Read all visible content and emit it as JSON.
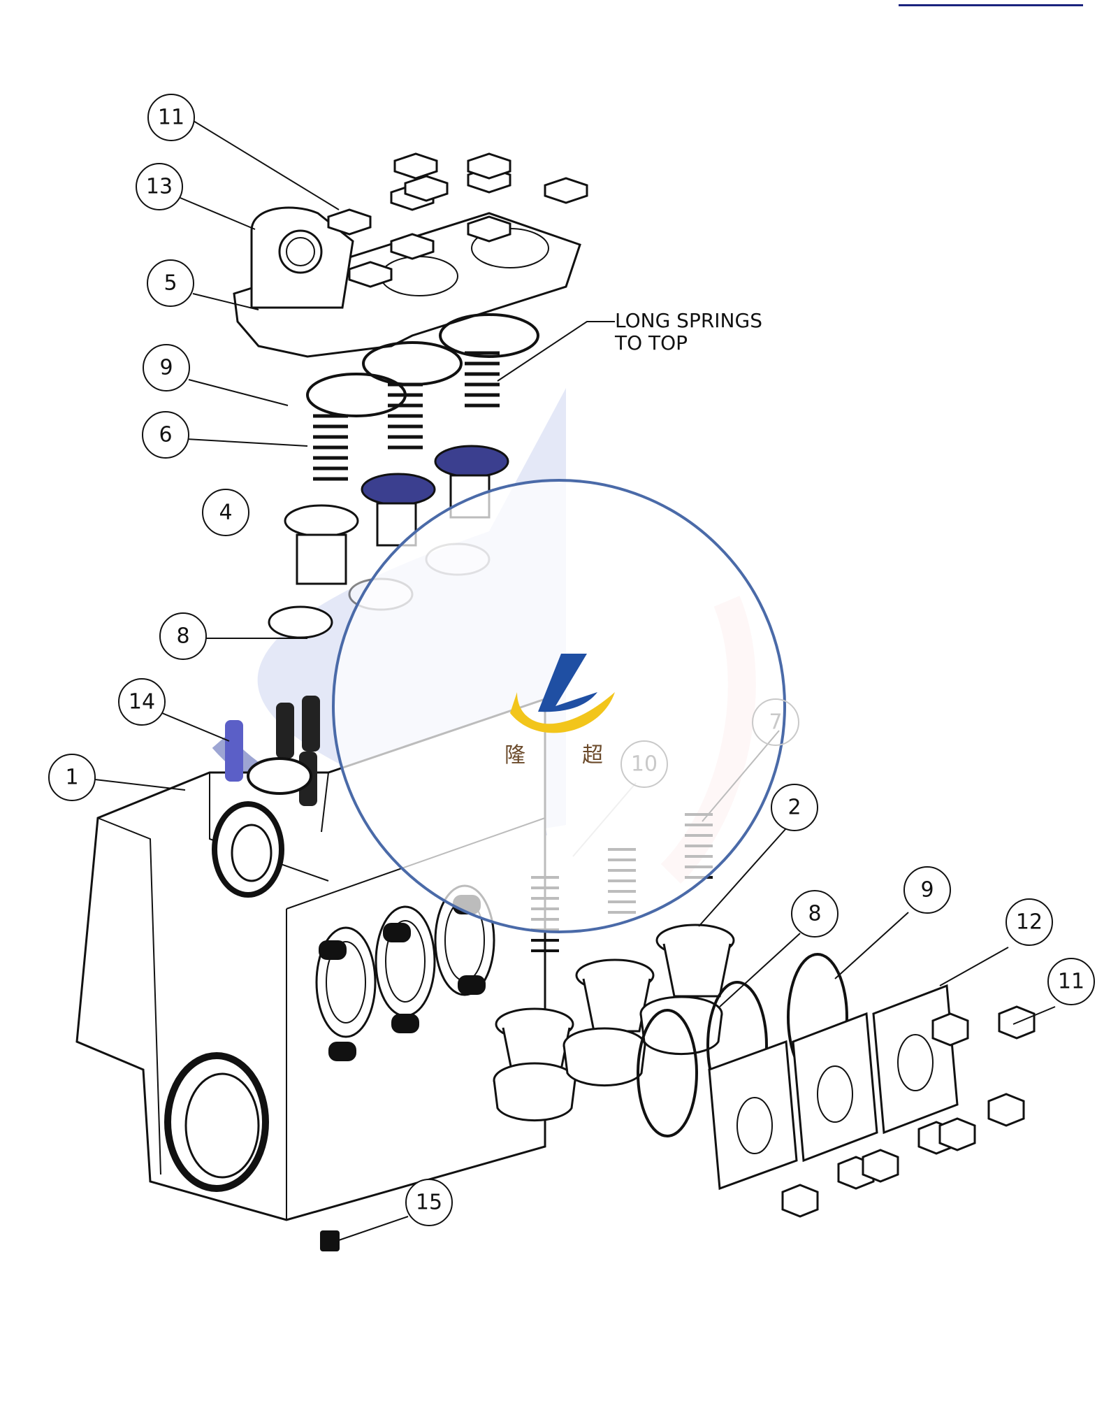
{
  "header": {
    "link_text": ""
  },
  "note": {
    "line1": "LONG SPRINGS",
    "line2": "TO TOP"
  },
  "logo": {
    "char1": "隆",
    "char2": "超",
    "blue": "#1f4fa3",
    "yellow": "#f2c51b",
    "ring": "#4a6aa8"
  },
  "callouts": [
    {
      "id": "c11a",
      "label": "11"
    },
    {
      "id": "c13",
      "label": "13"
    },
    {
      "id": "c5",
      "label": "5"
    },
    {
      "id": "c9a",
      "label": "9"
    },
    {
      "id": "c6",
      "label": "6"
    },
    {
      "id": "c4",
      "label": "4"
    },
    {
      "id": "c8a",
      "label": "8"
    },
    {
      "id": "c14",
      "label": "14"
    },
    {
      "id": "c1",
      "label": "1"
    },
    {
      "id": "c7",
      "label": "7"
    },
    {
      "id": "c10",
      "label": "10"
    },
    {
      "id": "c2",
      "label": "2"
    },
    {
      "id": "c8b",
      "label": "8"
    },
    {
      "id": "c9b",
      "label": "9"
    },
    {
      "id": "c12",
      "label": "12"
    },
    {
      "id": "c11b",
      "label": "11"
    },
    {
      "id": "c15",
      "label": "15"
    }
  ]
}
